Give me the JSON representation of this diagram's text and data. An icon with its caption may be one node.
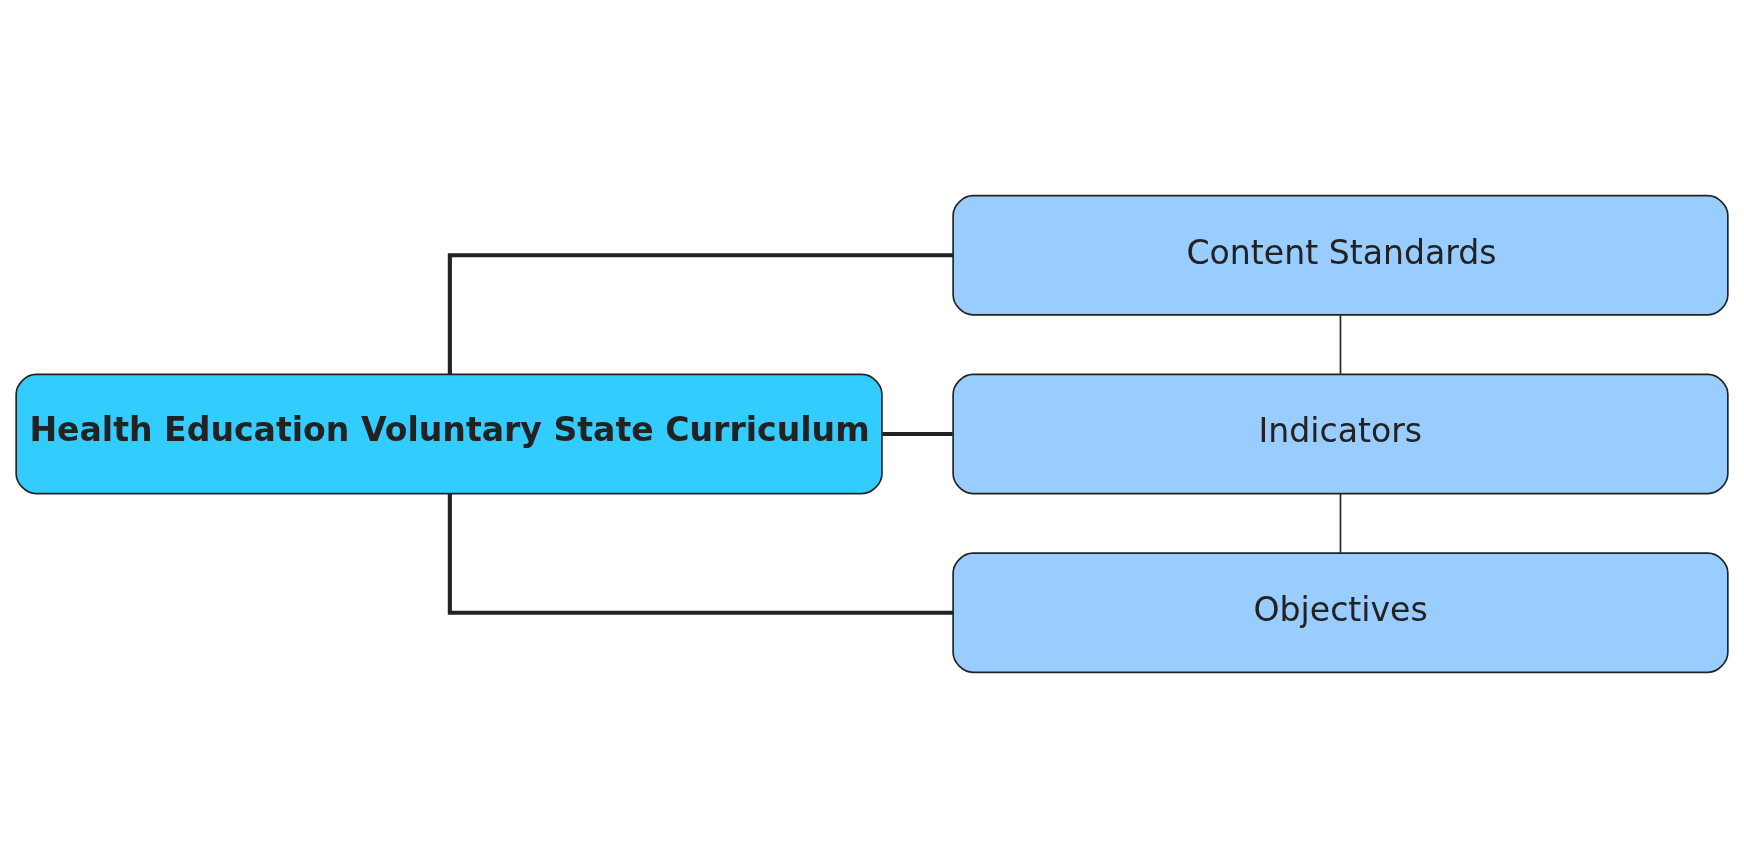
{
  "diagram": {
    "nodes": [
      {
        "text": [
          "Health Education Voluntary State Curriculum"
        ]
      },
      {
        "text": [
          "Content Standards"
        ]
      },
      {
        "text": [
          "Indicators"
        ]
      },
      {
        "text": [
          "Objectives"
        ]
      }
    ],
    "edges": [
      {
        "from": 0,
        "to": 1,
        "arrow": "none"
      },
      {
        "from": 0,
        "to": 2,
        "arrow": "none"
      },
      {
        "from": 0,
        "to": 3,
        "arrow": "none"
      },
      {
        "from": 1,
        "to": 2,
        "arrow": "none"
      },
      {
        "from": 2,
        "to": 3,
        "arrow": "none"
      }
    ]
  }
}
